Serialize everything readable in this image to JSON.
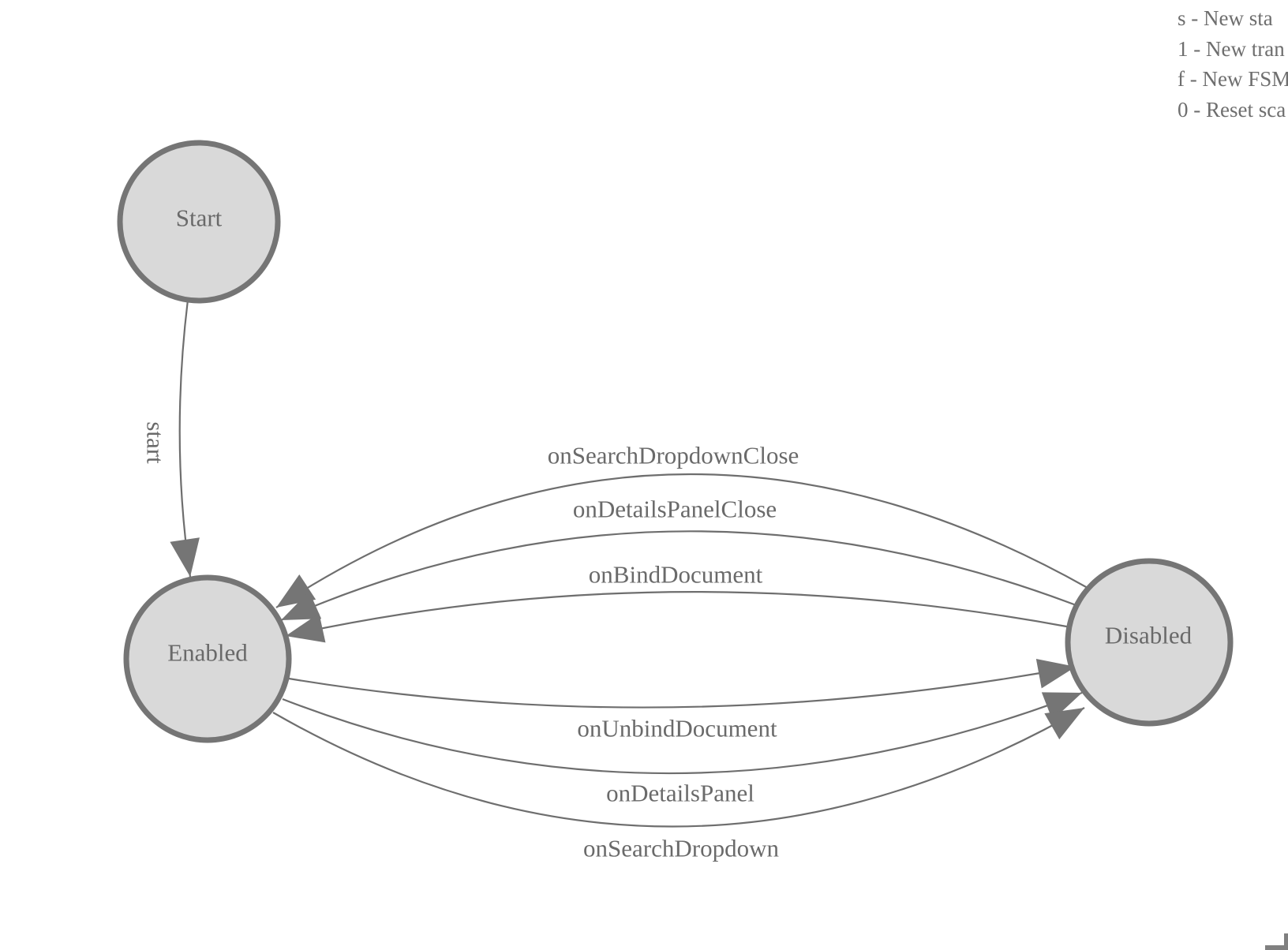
{
  "diagram": {
    "type": "finite-state-machine",
    "states": [
      {
        "id": "start",
        "label": "Start"
      },
      {
        "id": "enabled",
        "label": "Enabled"
      },
      {
        "id": "disabled",
        "label": "Disabled"
      }
    ],
    "transitions": [
      {
        "label": "start",
        "from": "Start",
        "to": "Enabled"
      },
      {
        "label": "onSearchDropdownClose",
        "from": "Disabled",
        "to": "Enabled"
      },
      {
        "label": "onDetailsPanelClose",
        "from": "Disabled",
        "to": "Enabled"
      },
      {
        "label": "onBindDocument",
        "from": "Disabled",
        "to": "Enabled"
      },
      {
        "label": "onUnbindDocument",
        "from": "Enabled",
        "to": "Disabled"
      },
      {
        "label": "onDetailsPanel",
        "from": "Enabled",
        "to": "Disabled"
      },
      {
        "label": "onSearchDropdown",
        "from": "Enabled",
        "to": "Disabled"
      }
    ]
  },
  "legend": {
    "lines": [
      "s - New sta",
      "1 - New tran",
      "f - New FSM",
      "0 - Reset sca"
    ]
  },
  "colors": {
    "node_fill": "#d9d9d9",
    "node_stroke": "#757575",
    "edge_stroke": "#6e6e6e",
    "label_text": "#6a6a6a",
    "legend_text": "#6e6e6e",
    "corner_handle": "#808080"
  }
}
